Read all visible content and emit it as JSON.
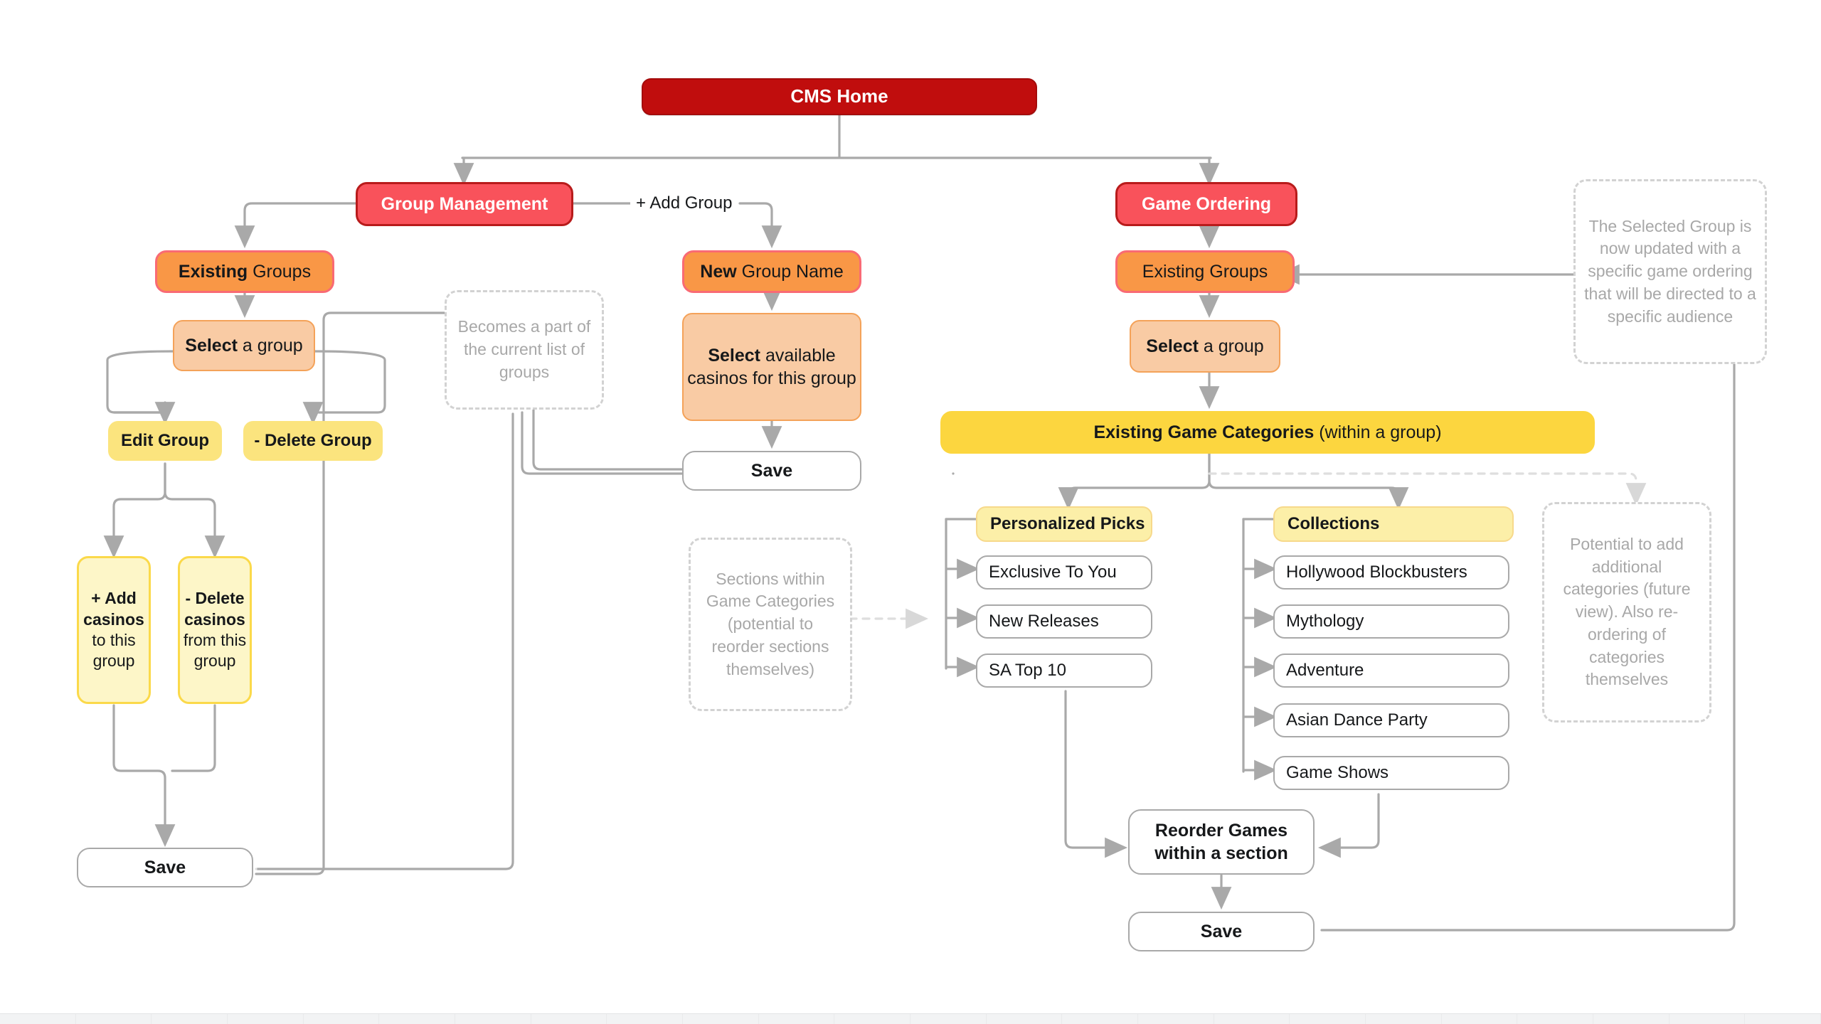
{
  "diagram": {
    "title": "CMS Home",
    "root": {
      "label": "CMS Home"
    },
    "branches": {
      "group_management": {
        "label": "Group Management"
      },
      "game_ordering": {
        "label": "Game Ordering"
      }
    },
    "edge_labels": {
      "add_group": "+ Add Group"
    },
    "group_management_flow": {
      "existing_groups_bold": "Existing",
      "existing_groups_rest": " Groups",
      "select_bold": "Select",
      "select_rest": " a group",
      "edit_group": "Edit Group",
      "delete_group": "- Delete Group",
      "add_casinos_bold": "+ Add casinos",
      "add_casinos_rest": " to this group",
      "delete_casinos_bold": "- Delete casinos",
      "delete_casinos_rest": " from this group",
      "save": "Save"
    },
    "new_group_flow": {
      "new_group_bold": "New",
      "new_group_rest": " Group Name",
      "select_bold": "Select",
      "select_rest": " available casinos for this group",
      "save": "Save"
    },
    "game_ordering_flow": {
      "existing_groups": "Existing Groups",
      "select_bold": "Select",
      "select_rest": " a group",
      "categories_bold": "Existing Game Categories",
      "categories_rest": " (within a group)",
      "reorder_games": "Reorder Games within a section",
      "save": "Save"
    },
    "categories": [
      {
        "name": "Personalized Picks",
        "sections": [
          "Exclusive To You",
          "New Releases",
          "SA Top 10"
        ]
      },
      {
        "name": "Collections",
        "sections": [
          "Hollywood Blockbusters",
          "Mythology",
          "Adventure",
          "Asian Dance Party",
          "Game Shows"
        ]
      }
    ],
    "notes": {
      "becomes_part": "Becomes a part of\nthe current list of groups",
      "sections_within": "Sections within Game Categories (potential to reorder sections themselves)",
      "potential_add": "Potential to add additional categories (future view). Also re-ordering of categories themselves",
      "selected_group": "The Selected Group is now updated with a specific game ordering that will be directed to a specific audience"
    },
    "colors": {
      "root": "#C00D0D",
      "level1": "#F9525B",
      "level2": "#F99746",
      "level3": "#F9CBA4",
      "yellow": "#FBE47E",
      "gold": "#FCD63F",
      "category_head": "#FCEFA8",
      "connector": "#A9A9A9",
      "note_text": "#A8A8A8"
    }
  }
}
